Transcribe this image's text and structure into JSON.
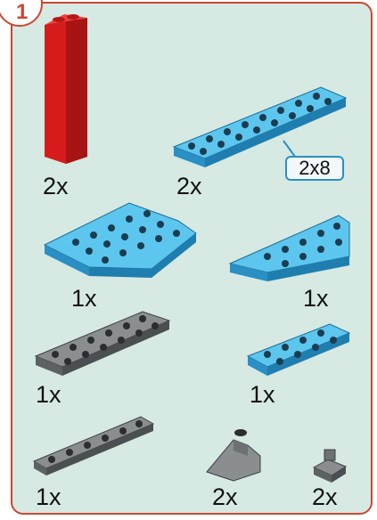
{
  "step": {
    "number": "1"
  },
  "callout": {
    "size_label": "2x8"
  },
  "parts": [
    {
      "name": "red brick",
      "quantity": "2x",
      "color": "#d51b1b"
    },
    {
      "name": "blue 2x8 plate",
      "quantity": "2x",
      "color": "#3fb3e3"
    },
    {
      "name": "blue wedge plate",
      "quantity": "1x",
      "color": "#3fb3e3"
    },
    {
      "name": "blue wing plate",
      "quantity": "1x",
      "color": "#3fb3e3"
    },
    {
      "name": "gray plate",
      "quantity": "1x",
      "color": "#707477"
    },
    {
      "name": "blue small plate",
      "quantity": "1x",
      "color": "#3fb3e3"
    },
    {
      "name": "gray long plate",
      "quantity": "1x",
      "color": "#707477"
    },
    {
      "name": "gray slope",
      "quantity": "2x",
      "color": "#8a8e91"
    },
    {
      "name": "gray clip",
      "quantity": "2x",
      "color": "#8a8e91"
    }
  ]
}
